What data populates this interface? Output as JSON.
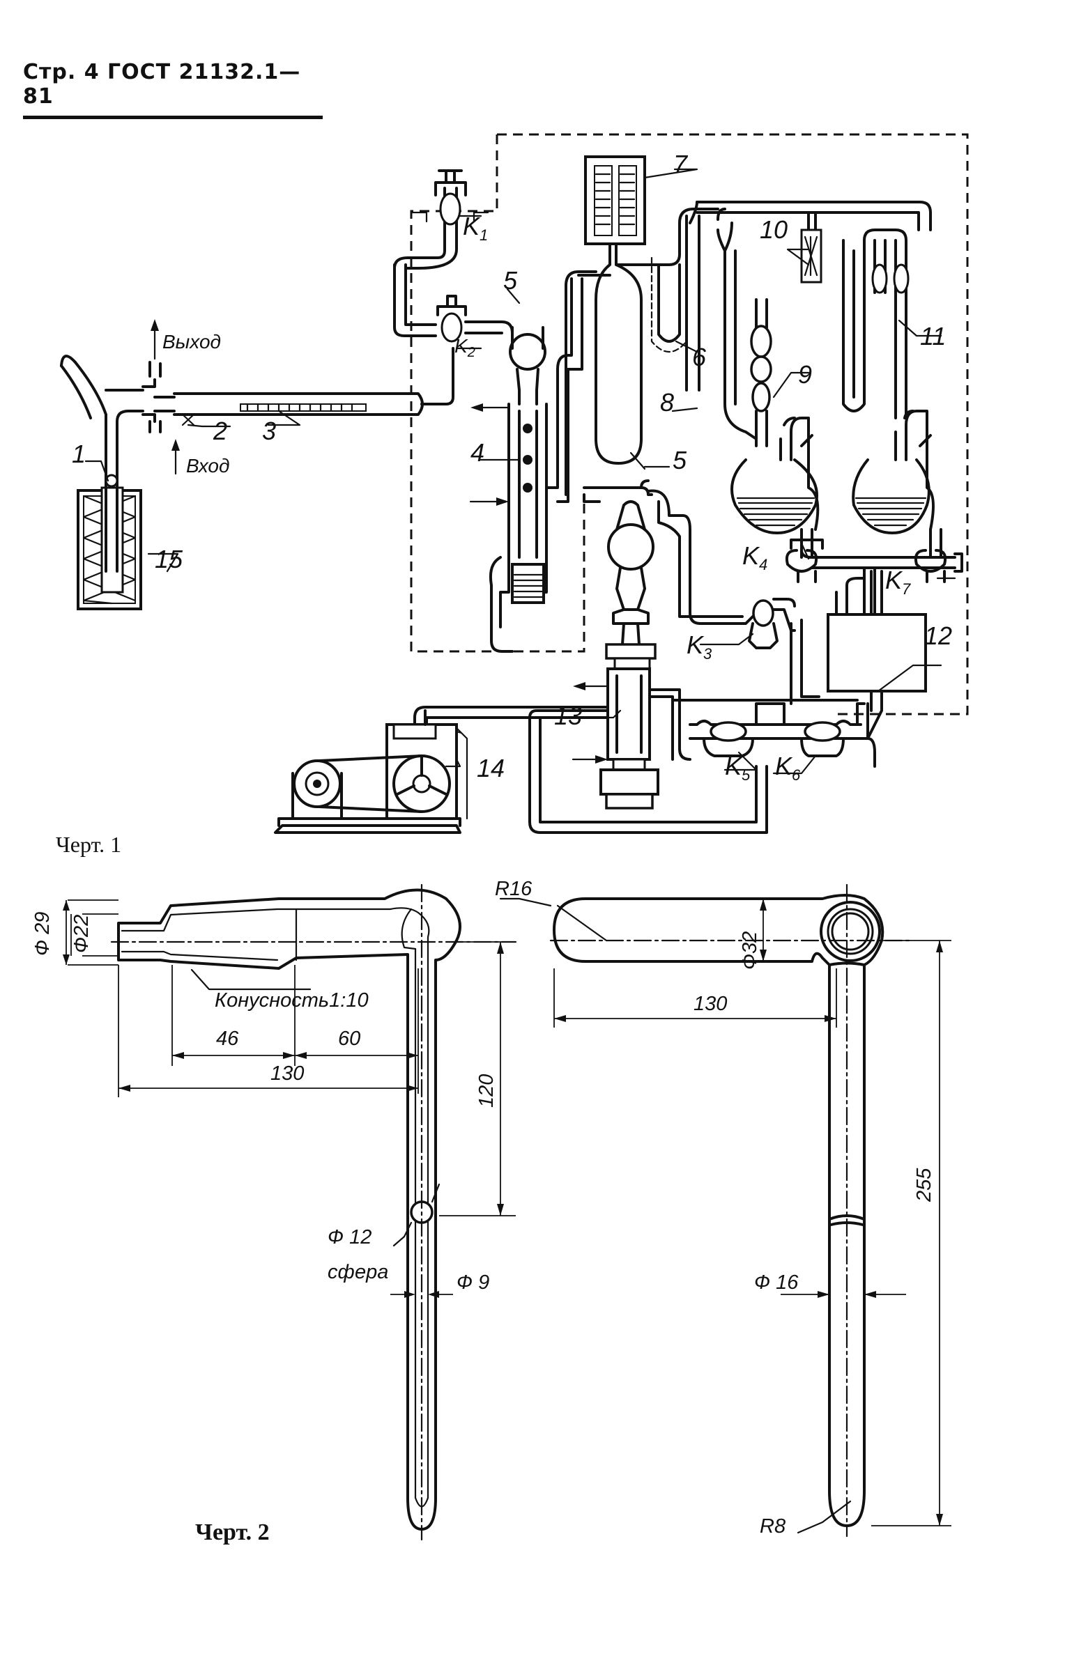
{
  "header": {
    "text": "Стр. 4 ГОСТ 21132.1—81"
  },
  "figure1": {
    "caption": "Черт. 1",
    "labels": {
      "n1": "1",
      "n2": "2",
      "n3": "3",
      "n4": "4",
      "n5a": "5",
      "n5b": "5",
      "n6": "6",
      "n7": "7",
      "n8": "8",
      "n9": "9",
      "n10": "10",
      "n11": "11",
      "n12": "12",
      "n13": "13",
      "n14": "14",
      "n15": "15",
      "exit": "Выход",
      "entry": "Вход",
      "k1": "K",
      "k1s": "1",
      "k2": "K",
      "k2s": "2",
      "k3": "K",
      "k3s": "3",
      "k4": "K",
      "k4s": "4",
      "k5": "K",
      "k5s": "5",
      "k6": "K",
      "k6s": "6",
      "k7": "K",
      "k7s": "7"
    }
  },
  "figure2": {
    "caption": "Черт. 2",
    "left": {
      "d29": "Ф 29",
      "d22": "Ф22",
      "taper": "Конусность1:10",
      "dim46": "46",
      "dim60": "60",
      "dim130": "130",
      "dim120": "120",
      "sphere_d": "Ф 12",
      "sphere": "сфера",
      "d9": "Ф 9"
    },
    "right": {
      "r16": "R16",
      "d32": "Ф32",
      "dim130": "130",
      "dim255": "255",
      "d16": "Ф 16",
      "r8": "R8"
    }
  }
}
